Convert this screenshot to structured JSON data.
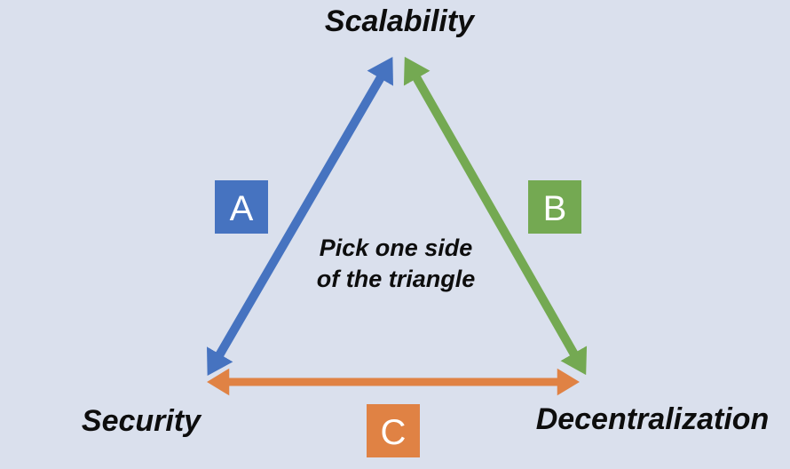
{
  "triangle": {
    "vertices": {
      "top": "Scalability",
      "bottom_left": "Security",
      "bottom_right": "Decentralization"
    },
    "center_caption": {
      "line1": "Pick one side",
      "line2": "of the triangle"
    },
    "sides": [
      {
        "letter": "A",
        "color": "#4673C0",
        "between": "Security and Scalability"
      },
      {
        "letter": "B",
        "color": "#74A952",
        "between": "Scalability and Decentralization"
      },
      {
        "letter": "C",
        "color": "#E08244",
        "between": "Security and Decentralization"
      }
    ]
  },
  "colors": {
    "background": "#dae0ed",
    "text": "#0d0d0d",
    "letter_text": "#ffffff"
  }
}
